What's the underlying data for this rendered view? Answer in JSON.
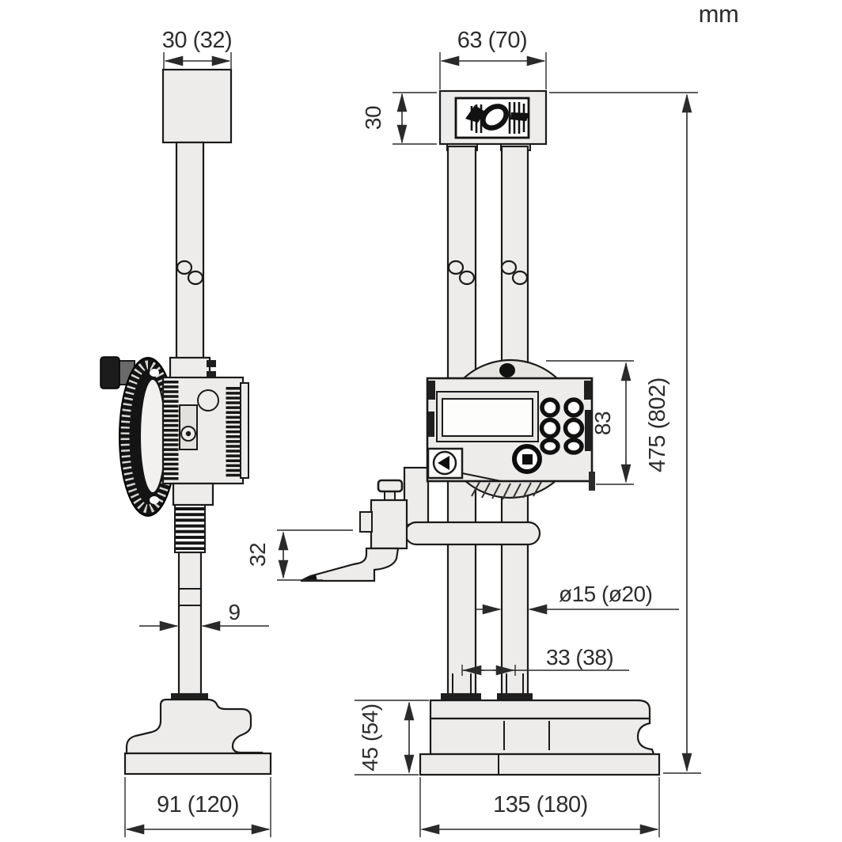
{
  "drawing": {
    "unit_label": "mm",
    "type": "height-gauge-dimensional-drawing",
    "icons": {
      "top_block_icon": "clamp-knob-illustration"
    },
    "dimensions": {
      "top_block_depth": "30 (32)",
      "top_block_width": "63 (70)",
      "top_block_height": "30",
      "total_height": "475 (802)",
      "slider_unit_height": "83",
      "scriber_height": "32",
      "slot_width": "9",
      "column_diameter": "ø15 (ø20)",
      "column_spacing": "33 (38)",
      "base_height": "45 (54)",
      "base_depth": "91 (120)",
      "base_width": "135 (180)"
    }
  }
}
